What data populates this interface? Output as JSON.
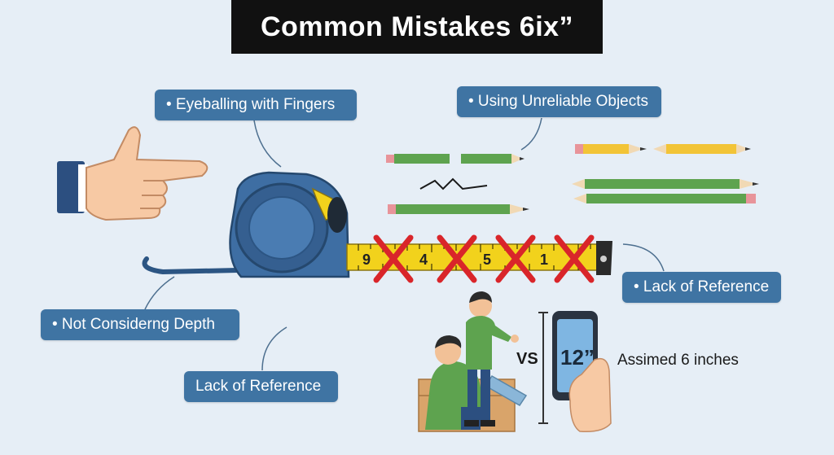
{
  "title": "Common Mistakes 6ix”",
  "labels": {
    "eyeballing": "• Eyeballing with Fingers",
    "unreliable": "• Using Unreliable Objects",
    "lack_reference_right": "• Lack of Reference",
    "not_considering_depth": "• Not Considerng Depth",
    "lack_reference_bottom": "Lack of Reference"
  },
  "comparison": {
    "vs": "VS",
    "phone_reading": "12”",
    "assumed": "Assimed 6 inches"
  },
  "tape_ticks": [
    "9",
    "4",
    "5",
    "1"
  ],
  "colors": {
    "label_bg": "#3f74a3",
    "tape_yellow": "#f2d21c",
    "tape_body": "#3e6ea3",
    "x_mark": "#d9252a",
    "pencil_green": "#5ea34f",
    "pencil_yellow": "#f2c437"
  },
  "icons": [
    "pointing-hand-icon",
    "tape-measure-icon",
    "pencil-icon",
    "smartphone-icon",
    "person-icon"
  ]
}
